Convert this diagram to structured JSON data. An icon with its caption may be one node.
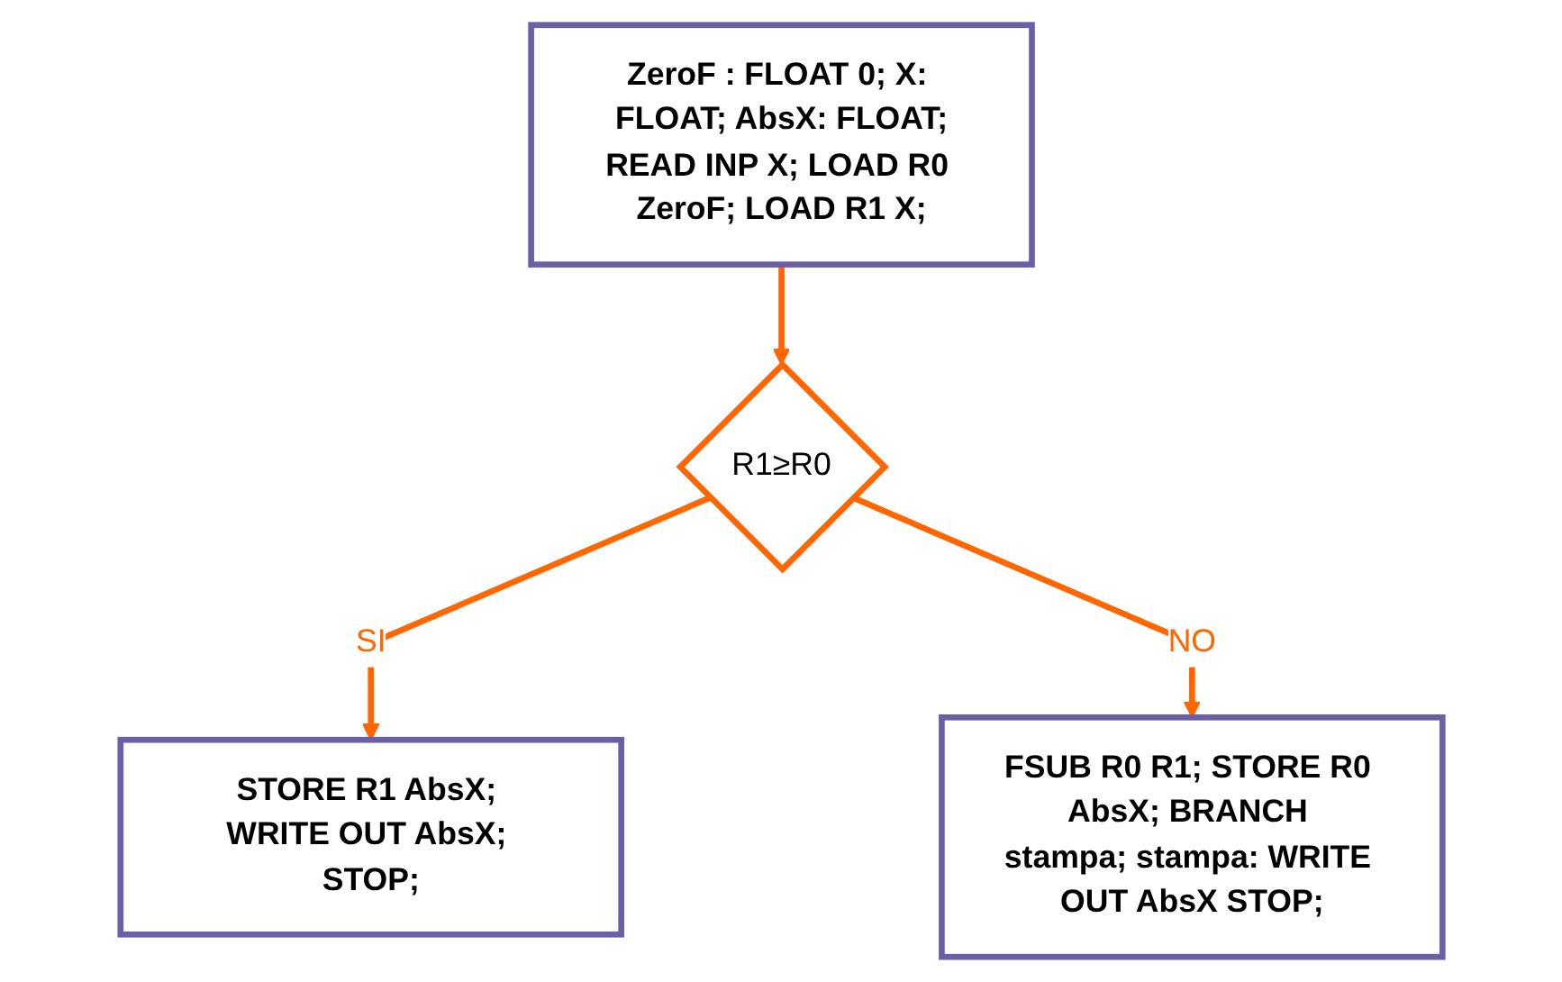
{
  "diagram": {
    "nodes": [
      {
        "text": [
          "ZeroF : FLOAT 0; X: FLOAT; AbsX: FLOAT;",
          "READ INP X; LOAD R0 ZeroF; LOAD R1 X;"
        ]
      },
      {
        "text": [
          "R1≥R0"
        ]
      },
      {
        "text": [
          "STORE R1 AbsX; WRITE OUT AbsX; STOP;"
        ]
      },
      {
        "text": [
          "FSUB R0 R1; STORE R0 AbsX; BRANCH stampa; stampa: WRITE OUT AbsX STOP;"
        ]
      }
    ],
    "edges": [
      {
        "from": 0,
        "to": 1,
        "arrow": "to"
      },
      {
        "from": 1,
        "to": 2,
        "label": "SI",
        "arrow": "to"
      },
      {
        "from": 1,
        "to": 3,
        "label": "NO",
        "arrow": "to"
      }
    ]
  }
}
